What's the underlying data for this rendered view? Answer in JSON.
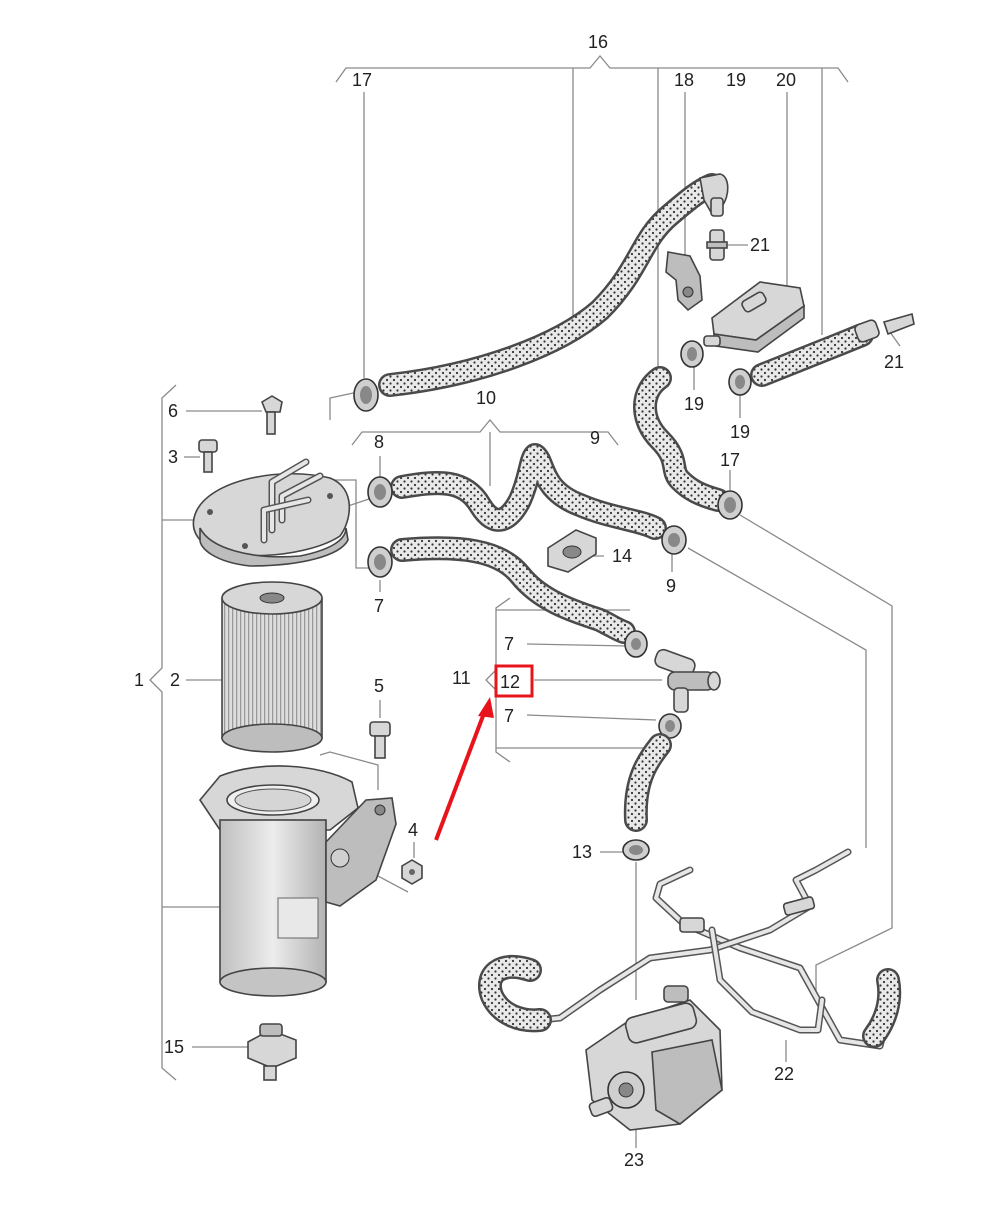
{
  "callouts": {
    "c1": "1",
    "c2": "2",
    "c3": "3",
    "c4": "4",
    "c5": "5",
    "c6": "6",
    "c7a": "7",
    "c7b": "7",
    "c7c": "7",
    "c8": "8",
    "c9a": "9",
    "c9b": "9",
    "c10": "10",
    "c11": "11",
    "c12": "12",
    "c13": "13",
    "c14": "14",
    "c15": "15",
    "c16": "16",
    "c17a": "17",
    "c17b": "17",
    "c18": "18",
    "c19a": "19",
    "c19b": "19",
    "c19c": "19",
    "c20": "20",
    "c21a": "21",
    "c21b": "21",
    "c22": "22",
    "c23": "23"
  },
  "highlight": {
    "part": "12",
    "color": "#e8141b"
  },
  "colors": {
    "hose": "#4a4a4a",
    "metal": "#d7d7d7",
    "leader": "#8a8a8a"
  }
}
